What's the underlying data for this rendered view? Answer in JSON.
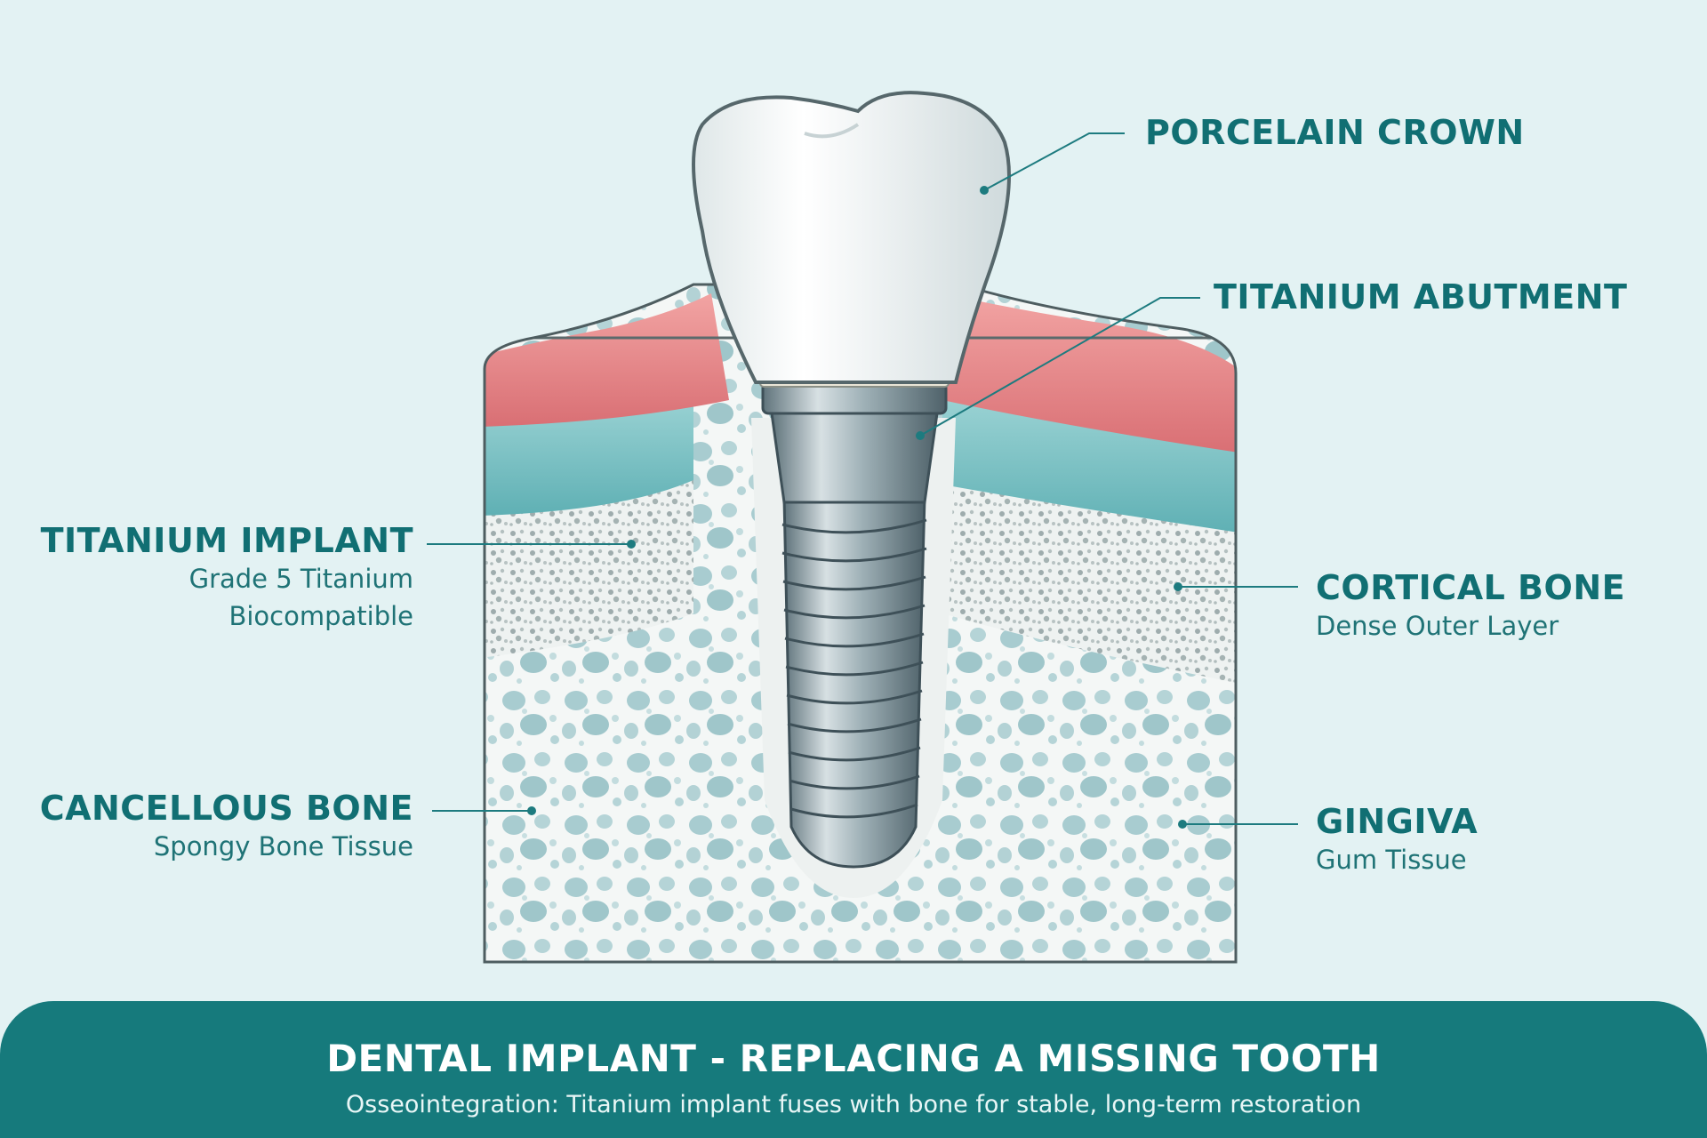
{
  "labels": {
    "porcelain_crown": {
      "title": "PORCELAIN CROWN"
    },
    "titanium_abutment": {
      "title": "TITANIUM ABUTMENT"
    },
    "titanium_implant": {
      "title": "TITANIUM IMPLANT",
      "line1": "Grade 5 Titanium",
      "line2": "Biocompatible"
    },
    "cortical_bone": {
      "title": "CORTICAL BONE",
      "line1": "Dense Outer Layer"
    },
    "cancellous_bone": {
      "title": "CANCELLOUS BONE",
      "line1": "Spongy Bone Tissue"
    },
    "gingiva": {
      "title": "GINGIVA",
      "line1": "Gum Tissue"
    }
  },
  "footer": {
    "title": "DENTAL IMPLANT - REPLACING A MISSING TOOTH",
    "subtitle": "Osseointegration: Titanium implant fuses with bone for stable, long-term restoration"
  },
  "colors": {
    "background": "#e3f2f3",
    "accent": "#167a7c",
    "gum": "#e27f82",
    "teal_tissue": "#7cc3c6",
    "bone": "#f2f5f4",
    "titanium": "#8fa3aa"
  }
}
